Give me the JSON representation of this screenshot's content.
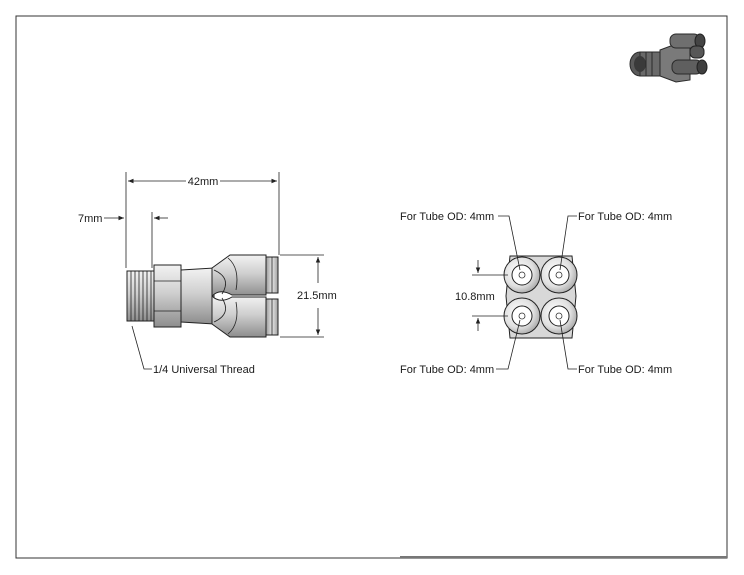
{
  "drawing": {
    "dimensions": {
      "overall_length": "42mm",
      "thread_length": "7mm",
      "height": "21.5mm",
      "spacing": "10.8mm"
    },
    "callouts": {
      "thread": "1/4 Universal Thread",
      "tube_top_left": "For Tube OD: 4mm",
      "tube_top_right": "For Tube OD: 4mm",
      "tube_bottom_left": "For Tube OD: 4mm",
      "tube_bottom_right": "For Tube OD: 4mm"
    }
  }
}
